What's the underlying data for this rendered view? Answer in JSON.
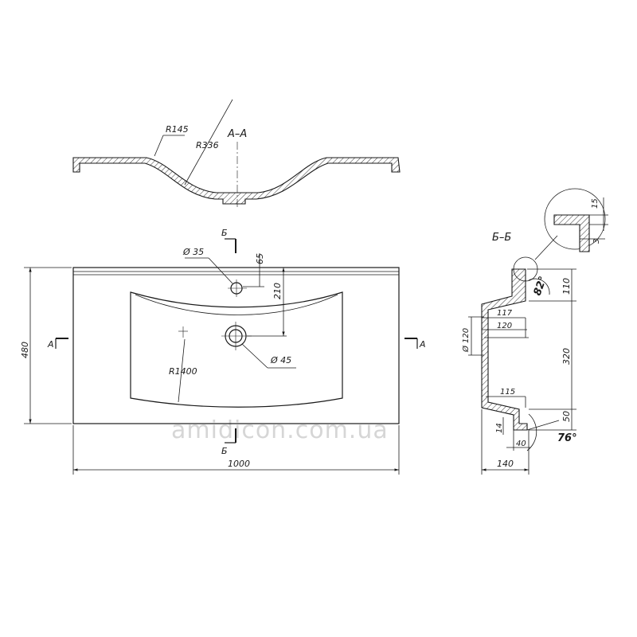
{
  "section_aa": {
    "label": "А–А",
    "r145": "R145",
    "r336": "R336"
  },
  "plan": {
    "cut_b_top": "Б",
    "cut_b_bottom": "Б",
    "cut_a_left": "А",
    "cut_a_right": "А",
    "d35": "Ø 35",
    "dim_65": "65",
    "dim_210": "210",
    "d45": "Ø 45",
    "r1400": "R1400",
    "dim_480": "480",
    "dim_1000": "1000"
  },
  "section_bb": {
    "label": "Б–Б",
    "dim_15": "15",
    "dim_3": "3",
    "angle_82": "82°",
    "dim_110": "110",
    "dim_117": "117",
    "dim_120": "120",
    "d120": "Ø 120",
    "dim_320": "320",
    "dim_115": "115",
    "dim_50": "50",
    "dim_14": "14",
    "dim_40": "40",
    "angle_76": "76°",
    "dim_140": "140"
  },
  "watermark": "amidicon.com.ua"
}
